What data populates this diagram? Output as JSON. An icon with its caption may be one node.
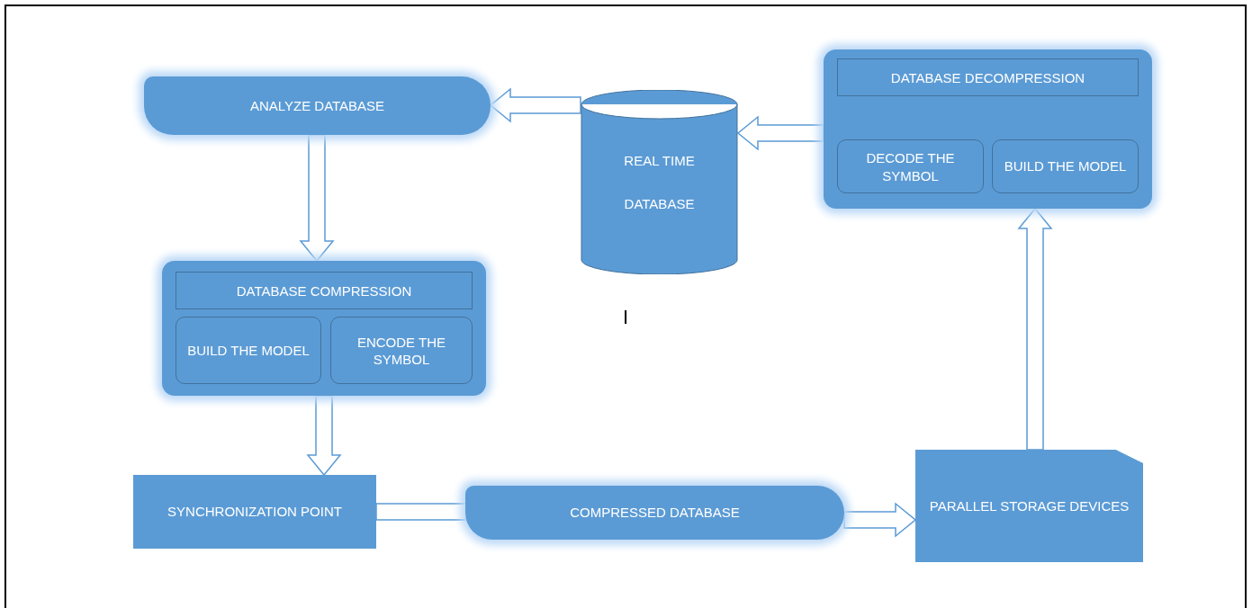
{
  "diagram": {
    "nodes": [
      {
        "text": [
          "ANALYZE DATABASE"
        ]
      },
      {
        "text": [
          "REAL TIME DATABASE"
        ]
      },
      {
        "text": [
          "DATABASE DECOMPRESSION"
        ]
      },
      {
        "text": [
          "DECODE THE SYMBOL"
        ],
        "in": 2
      },
      {
        "text": [
          "BUILD THE MODEL"
        ],
        "in": 2
      },
      {
        "text": [
          "DATABASE COMPRESSION"
        ]
      },
      {
        "text": [
          "BUILD THE MODEL"
        ],
        "in": 5
      },
      {
        "text": [
          "ENCODE THE SYMBOL"
        ],
        "in": 5
      },
      {
        "text": [
          "SYNCHRONIZATION POINT"
        ]
      },
      {
        "text": [
          "COMPRESSED DATABASE"
        ]
      },
      {
        "text": [
          "PARALLEL STORAGE DEVICES"
        ]
      }
    ],
    "edges": [
      {
        "from": 1,
        "to": 0,
        "arrow": "to"
      },
      {
        "from": 2,
        "to": 1,
        "arrow": "to"
      },
      {
        "from": 0,
        "to": 5,
        "arrow": "to"
      },
      {
        "from": 5,
        "to": 8,
        "arrow": "to"
      },
      {
        "from": 8,
        "to": 9,
        "arrow": "to"
      },
      {
        "from": 9,
        "to": 10,
        "arrow": "to"
      },
      {
        "from": 10,
        "to": 2,
        "arrow": "to"
      }
    ],
    "labels": [
      "I"
    ]
  }
}
